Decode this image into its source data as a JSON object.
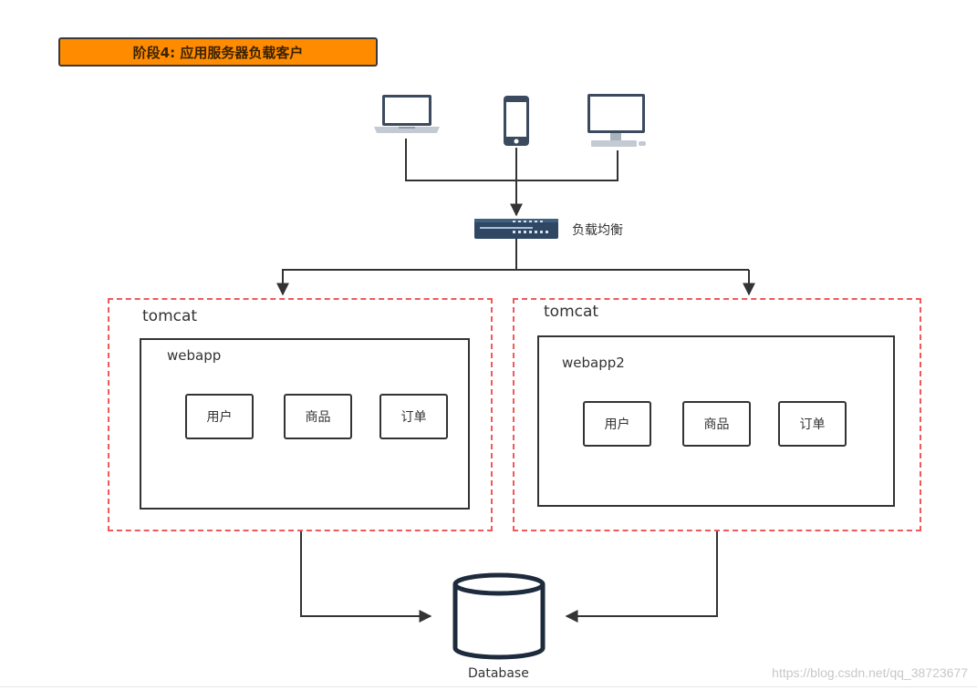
{
  "title": "阶段4: 应用服务器负载客户",
  "load_balancer": {
    "label": "负载均衡",
    "icon": "network-switch-icon"
  },
  "clients": [
    {
      "name": "laptop",
      "icon": "laptop-icon"
    },
    {
      "name": "phone",
      "icon": "smartphone-icon"
    },
    {
      "name": "desktop",
      "icon": "desktop-monitor-icon"
    }
  ],
  "servers": [
    {
      "label": "tomcat",
      "webapp": "webapp",
      "modules": [
        "用户",
        "商品",
        "订单"
      ]
    },
    {
      "label": "tomcat",
      "webapp": "webapp2",
      "modules": [
        "用户",
        "商品",
        "订单"
      ]
    }
  ],
  "database": {
    "label": "Database",
    "icon": "database-cylinder-icon"
  },
  "watermark": "https://blog.csdn.net/qq_38723677",
  "colors": {
    "title_fill": "#ff8c00",
    "dashed_border": "#f0595b",
    "stroke": "#333333",
    "device_blue": "#3b4a5e"
  }
}
